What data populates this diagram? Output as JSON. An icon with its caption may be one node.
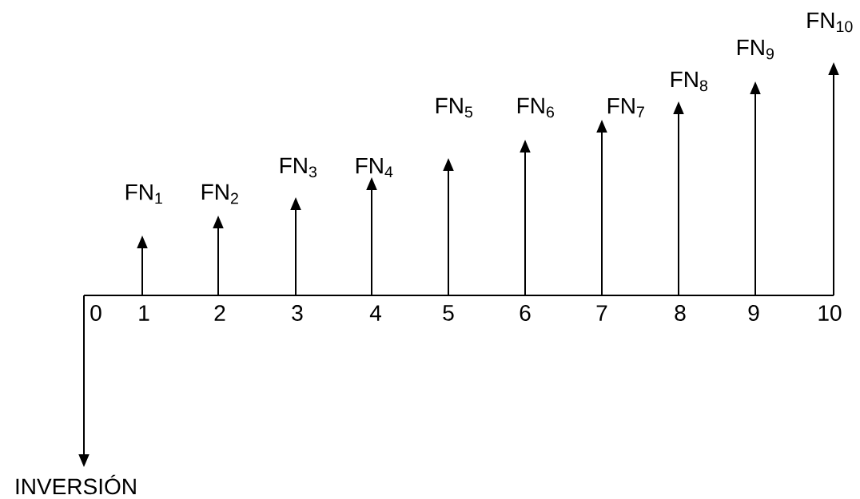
{
  "diagram": {
    "labels": [
      "FN$_{1}$",
      "FN$_{2}$",
      "FN$_{3}$",
      "FN$_{4}$",
      "FN$_{5}$",
      "FN$_{6}$",
      "FN$_{7}$",
      "FN$_{8}$",
      "FN$_{9}$",
      "FN$_{10}$",
      "0",
      "1",
      "2",
      "3",
      "4",
      "5",
      "6",
      "7",
      "8",
      "9",
      "10",
      "INVERSIÓN"
    ]
  }
}
